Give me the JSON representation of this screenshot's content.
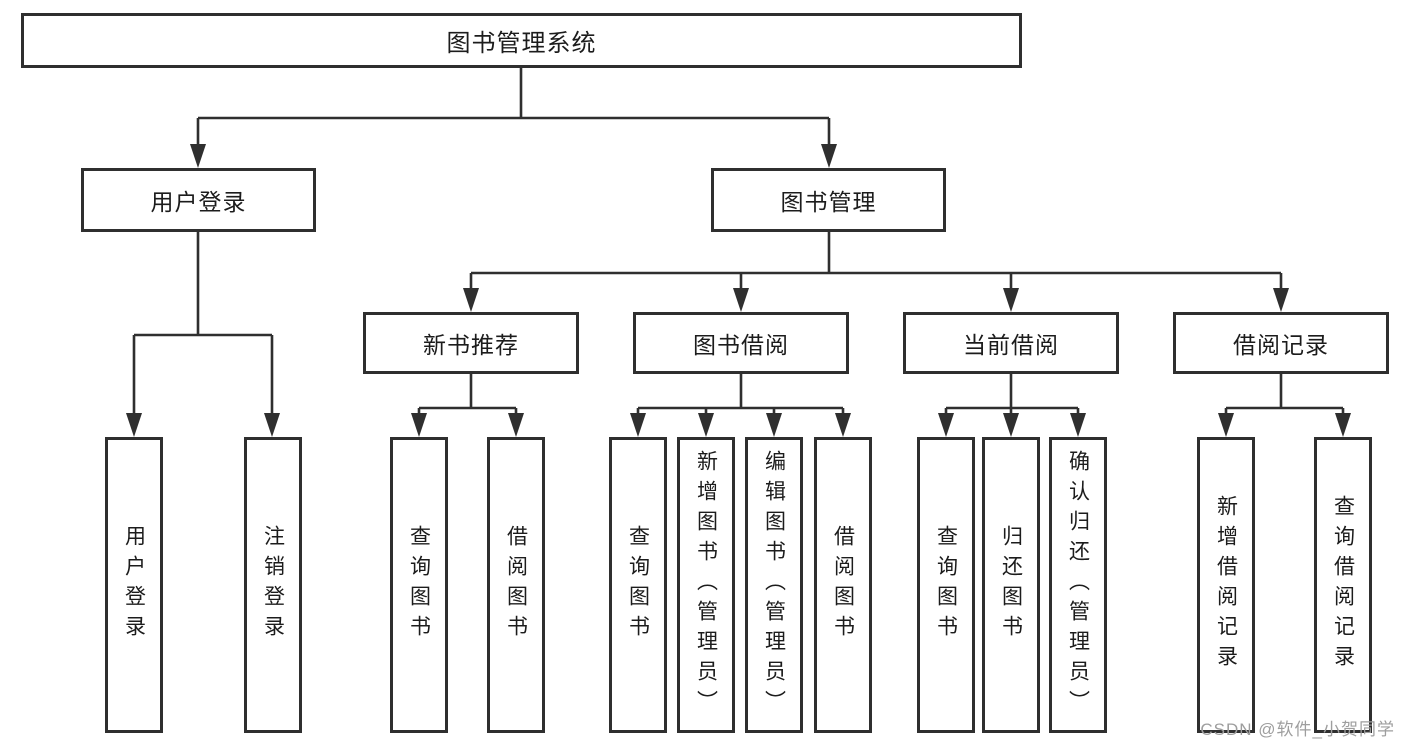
{
  "root": {
    "label": "图书管理系统"
  },
  "level2": [
    {
      "label": "用户登录"
    },
    {
      "label": "图书管理"
    }
  ],
  "level3": [
    {
      "label": "新书推荐",
      "parent": "图书管理"
    },
    {
      "label": "图书借阅",
      "parent": "图书管理"
    },
    {
      "label": "当前借阅",
      "parent": "图书管理"
    },
    {
      "label": "借阅记录",
      "parent": "图书管理"
    }
  ],
  "leaves": [
    {
      "label": "用户登录",
      "parent": "用户登录"
    },
    {
      "label": "注销登录",
      "parent": "用户登录"
    },
    {
      "label": "查询图书",
      "parent": "新书推荐"
    },
    {
      "label": "借阅图书",
      "parent": "新书推荐"
    },
    {
      "label": "查询图书",
      "parent": "图书借阅"
    },
    {
      "label": "新增图书（管理员）",
      "parent": "图书借阅"
    },
    {
      "label": "编辑图书（管理员）",
      "parent": "图书借阅"
    },
    {
      "label": "借阅图书",
      "parent": "图书借阅"
    },
    {
      "label": "查询图书",
      "parent": "当前借阅"
    },
    {
      "label": "归还图书",
      "parent": "当前借阅"
    },
    {
      "label": "确认归还（管理员）",
      "parent": "当前借阅"
    },
    {
      "label": "新增借阅记录",
      "parent": "借阅记录"
    },
    {
      "label": "查询借阅记录",
      "parent": "借阅记录"
    }
  ],
  "watermark": {
    "text": "CSDN @软件_小贺同学"
  },
  "colors": {
    "line": "#2f2f2f",
    "text": "#1c1c1c",
    "background": "#ffffff",
    "watermark": "#9e9e9e"
  }
}
